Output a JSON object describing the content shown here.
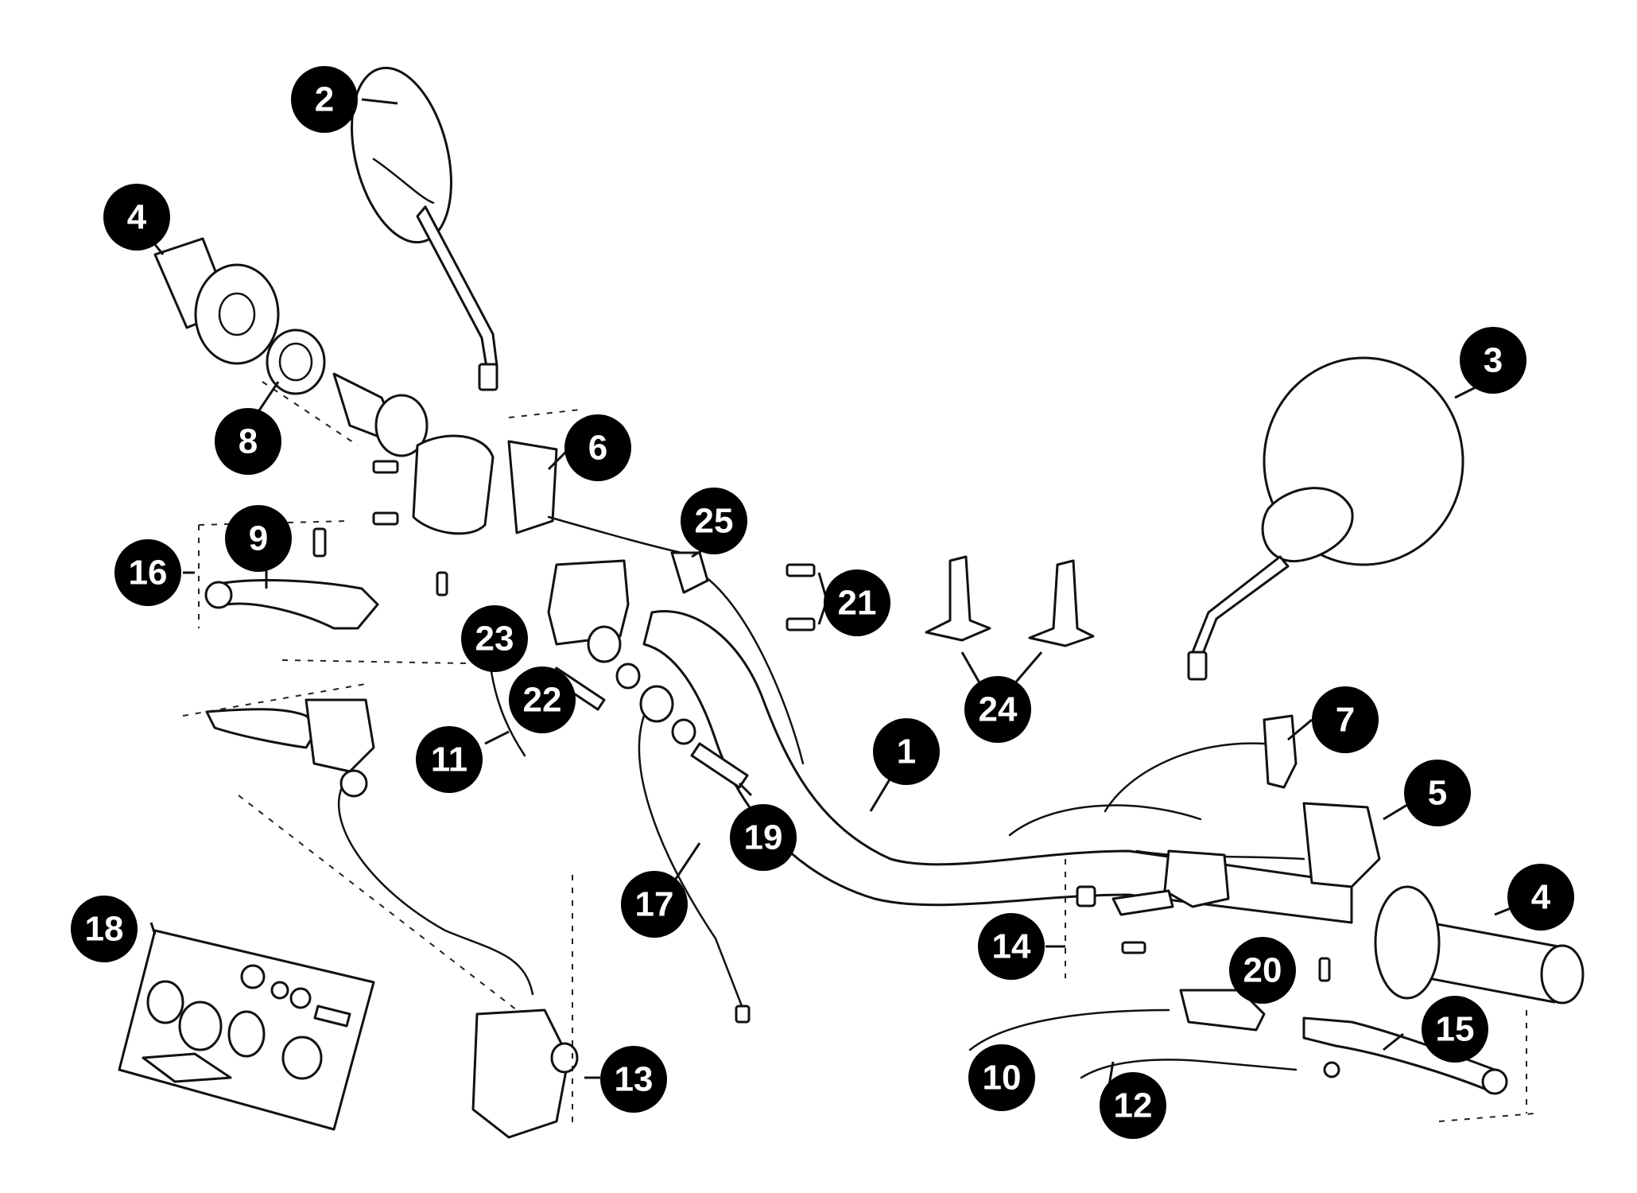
{
  "callouts": [
    {
      "id": "c1",
      "label": "1"
    },
    {
      "id": "c2",
      "label": "2"
    },
    {
      "id": "c3",
      "label": "3"
    },
    {
      "id": "c4a",
      "label": "4"
    },
    {
      "id": "c4b",
      "label": "4"
    },
    {
      "id": "c5",
      "label": "5"
    },
    {
      "id": "c6",
      "label": "6"
    },
    {
      "id": "c7",
      "label": "7"
    },
    {
      "id": "c8",
      "label": "8"
    },
    {
      "id": "c9",
      "label": "9"
    },
    {
      "id": "c10",
      "label": "10"
    },
    {
      "id": "c11",
      "label": "11"
    },
    {
      "id": "c12",
      "label": "12"
    },
    {
      "id": "c13",
      "label": "13"
    },
    {
      "id": "c14",
      "label": "14"
    },
    {
      "id": "c15",
      "label": "15"
    },
    {
      "id": "c16",
      "label": "16"
    },
    {
      "id": "c17",
      "label": "17"
    },
    {
      "id": "c18",
      "label": "18"
    },
    {
      "id": "c19",
      "label": "19"
    },
    {
      "id": "c20",
      "label": "20"
    },
    {
      "id": "c21",
      "label": "21"
    },
    {
      "id": "c22",
      "label": "22"
    },
    {
      "id": "c23",
      "label": "23"
    },
    {
      "id": "c24",
      "label": "24"
    },
    {
      "id": "c25",
      "label": "25"
    }
  ]
}
